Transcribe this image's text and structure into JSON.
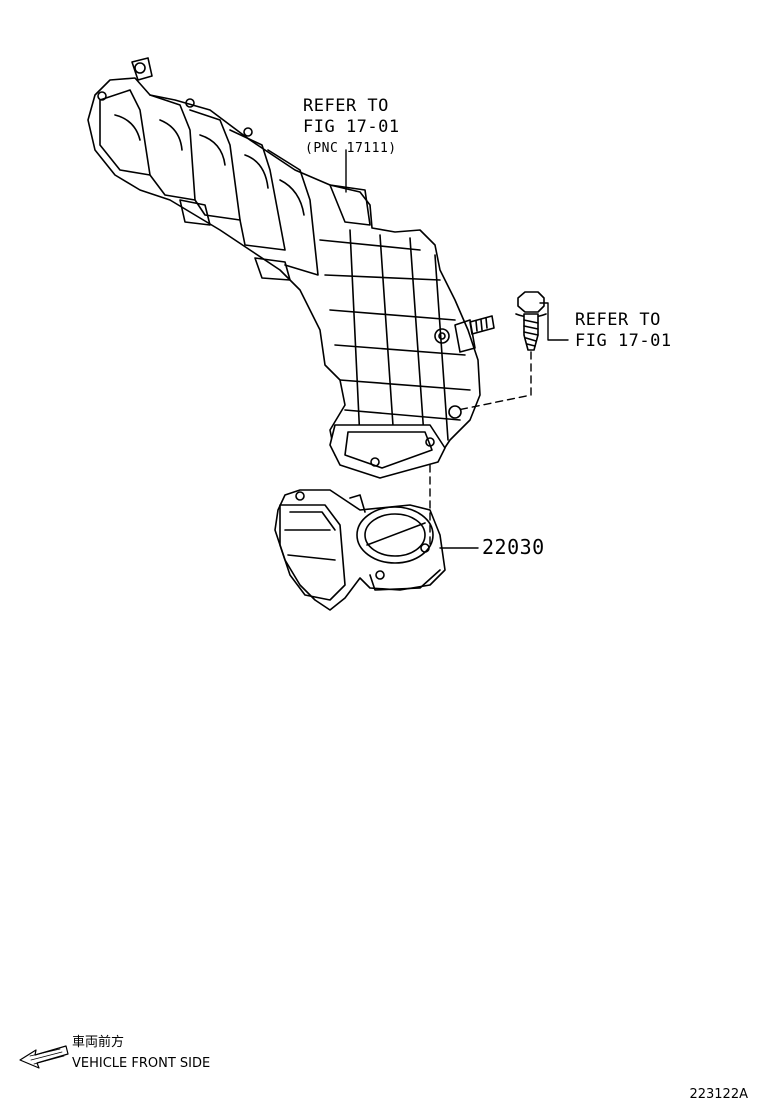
{
  "callouts": {
    "manifold": {
      "line1": "REFER TO",
      "line2": "FIG 17-01",
      "line3": "(PNC 17111)"
    },
    "bolt": {
      "line1": "REFER TO",
      "line2": "FIG 17-01"
    },
    "throttle_body": {
      "part_number": "22030"
    }
  },
  "legend": {
    "japanese": "車両前方",
    "english": "VEHICLE FRONT SIDE",
    "icon": "front-direction-arrow-icon"
  },
  "figure_id": "223122A"
}
